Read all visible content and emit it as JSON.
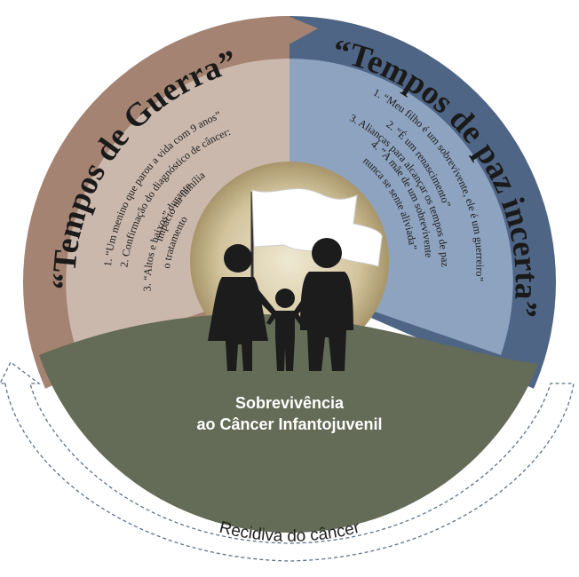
{
  "colors": {
    "war_outer": "#a58372",
    "war_inner": "#cbb8ad",
    "peace_outer": "#4e6585",
    "peace_inner": "#8ea3bf",
    "hill": "#646b56",
    "sun": "#cfc19a",
    "sun_edge": "#a8956a",
    "silhouette": "#1c1c1c",
    "flag": "#ffffff",
    "dashed": "#5e7187"
  },
  "icons": {
    "family": "family-silhouette-icon",
    "flag": "white-flag-icon",
    "arrow": "recurrence-arrow-icon"
  },
  "war": {
    "title": "“Tempos de Guerra”",
    "items": [
      "1. “Um menino que parou a vida com 9 anos”",
      "2. Confirmação do diagnóstico de câncer:",
      "impacto na família",
      "3. “Altos e baixos” durante",
      "o tratamento"
    ]
  },
  "peace": {
    "title": "“Tempos de paz incerta”",
    "items": [
      "1. “Meu filho é um sobrevivente, ele é um guerreiro”",
      "2. “É um renascimento”",
      "3. Alianças para alcançar os tempos de paz",
      "4. “A mãe de um sobrevivente",
      "nunca se sente aliviada”"
    ]
  },
  "center": {
    "line1": "Sobrevivência",
    "line2": "ao Câncer Infantojuvenil"
  },
  "recurrence": {
    "label": "Recidiva do câncer"
  }
}
